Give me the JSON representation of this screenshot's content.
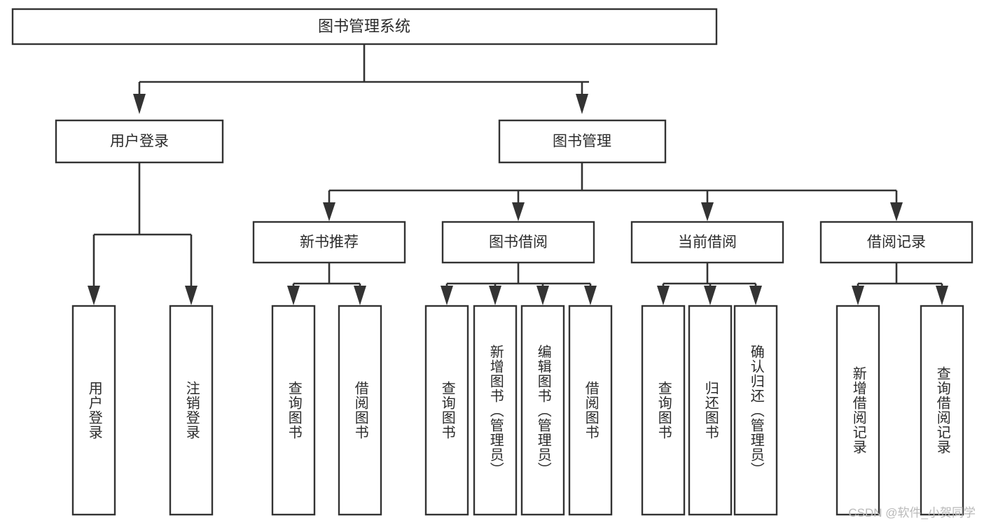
{
  "diagram": {
    "type": "tree-hierarchy",
    "title": "图书管理系统",
    "orientation": "top-down",
    "colors": {
      "box_stroke": "#333333",
      "box_fill": "#ffffff",
      "text": "#2b2b2b",
      "background": "#ffffff",
      "watermark": "#b9b9b9"
    },
    "root": {
      "label": "图书管理系统"
    },
    "level2": [
      {
        "label": "用户登录"
      },
      {
        "label": "图书管理"
      }
    ],
    "level3": [
      {
        "label": "新书推荐"
      },
      {
        "label": "图书借阅"
      },
      {
        "label": "当前借阅"
      },
      {
        "label": "借阅记录"
      }
    ],
    "leaves": {
      "user_login": [
        {
          "label": "用户登录"
        },
        {
          "label": "注销登录"
        }
      ],
      "new_book_recommend": [
        {
          "label": "查询图书"
        },
        {
          "label": "借阅图书"
        }
      ],
      "book_borrow": [
        {
          "label": "查询图书"
        },
        {
          "label": "新增图书（管理员）"
        },
        {
          "label": "编辑图书（管理员）"
        },
        {
          "label": "借阅图书"
        }
      ],
      "current_borrow": [
        {
          "label": "查询图书"
        },
        {
          "label": "归还图书"
        },
        {
          "label": "确认归还（管理员）"
        }
      ],
      "borrow_record": [
        {
          "label": "新增借阅记录"
        },
        {
          "label": "查询借阅记录"
        }
      ]
    }
  },
  "watermark": {
    "text": "CSDN @软件_小贺同学"
  }
}
